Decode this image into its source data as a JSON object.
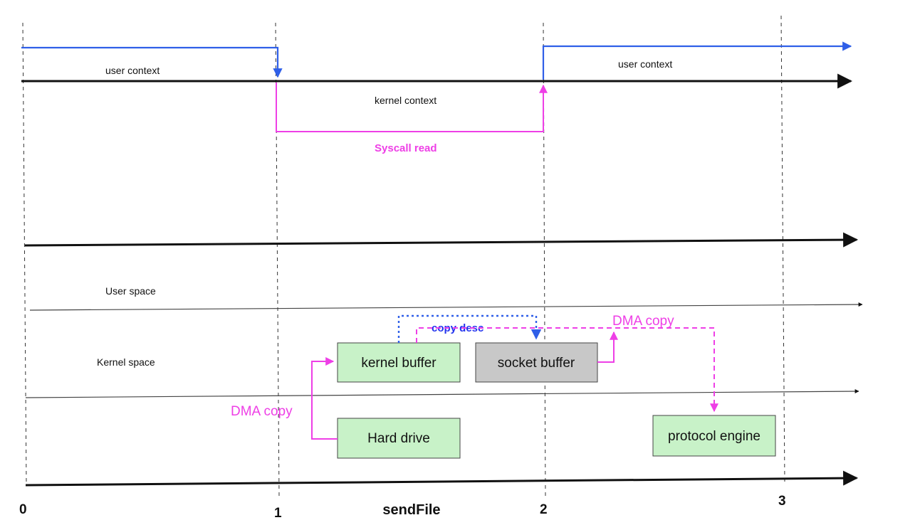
{
  "upper": {
    "user_context_left": "user context",
    "user_context_right": "user context",
    "kernel_context": "kernel context",
    "syscall": "Syscall read"
  },
  "lower": {
    "user_space": "User space",
    "kernel_space": "Kernel space",
    "dma_copy_left": "DMA copy",
    "dma_copy_right": "DMA copy",
    "copy_desc": "copy desc"
  },
  "boxes": {
    "kernel_buffer": "kernel buffer",
    "socket_buffer": "socket buffer",
    "hard_drive": "Hard drive",
    "protocol_engine": "protocol engine"
  },
  "axis": {
    "ticks": [
      "0",
      "1",
      "2",
      "3"
    ],
    "title": "sendFile"
  },
  "colors": {
    "blue": "#2f5fe8",
    "pink": "#ee3fe6",
    "green_box": "#c8f2c8",
    "gray_box": "#c8c8c8",
    "black": "#111111"
  }
}
